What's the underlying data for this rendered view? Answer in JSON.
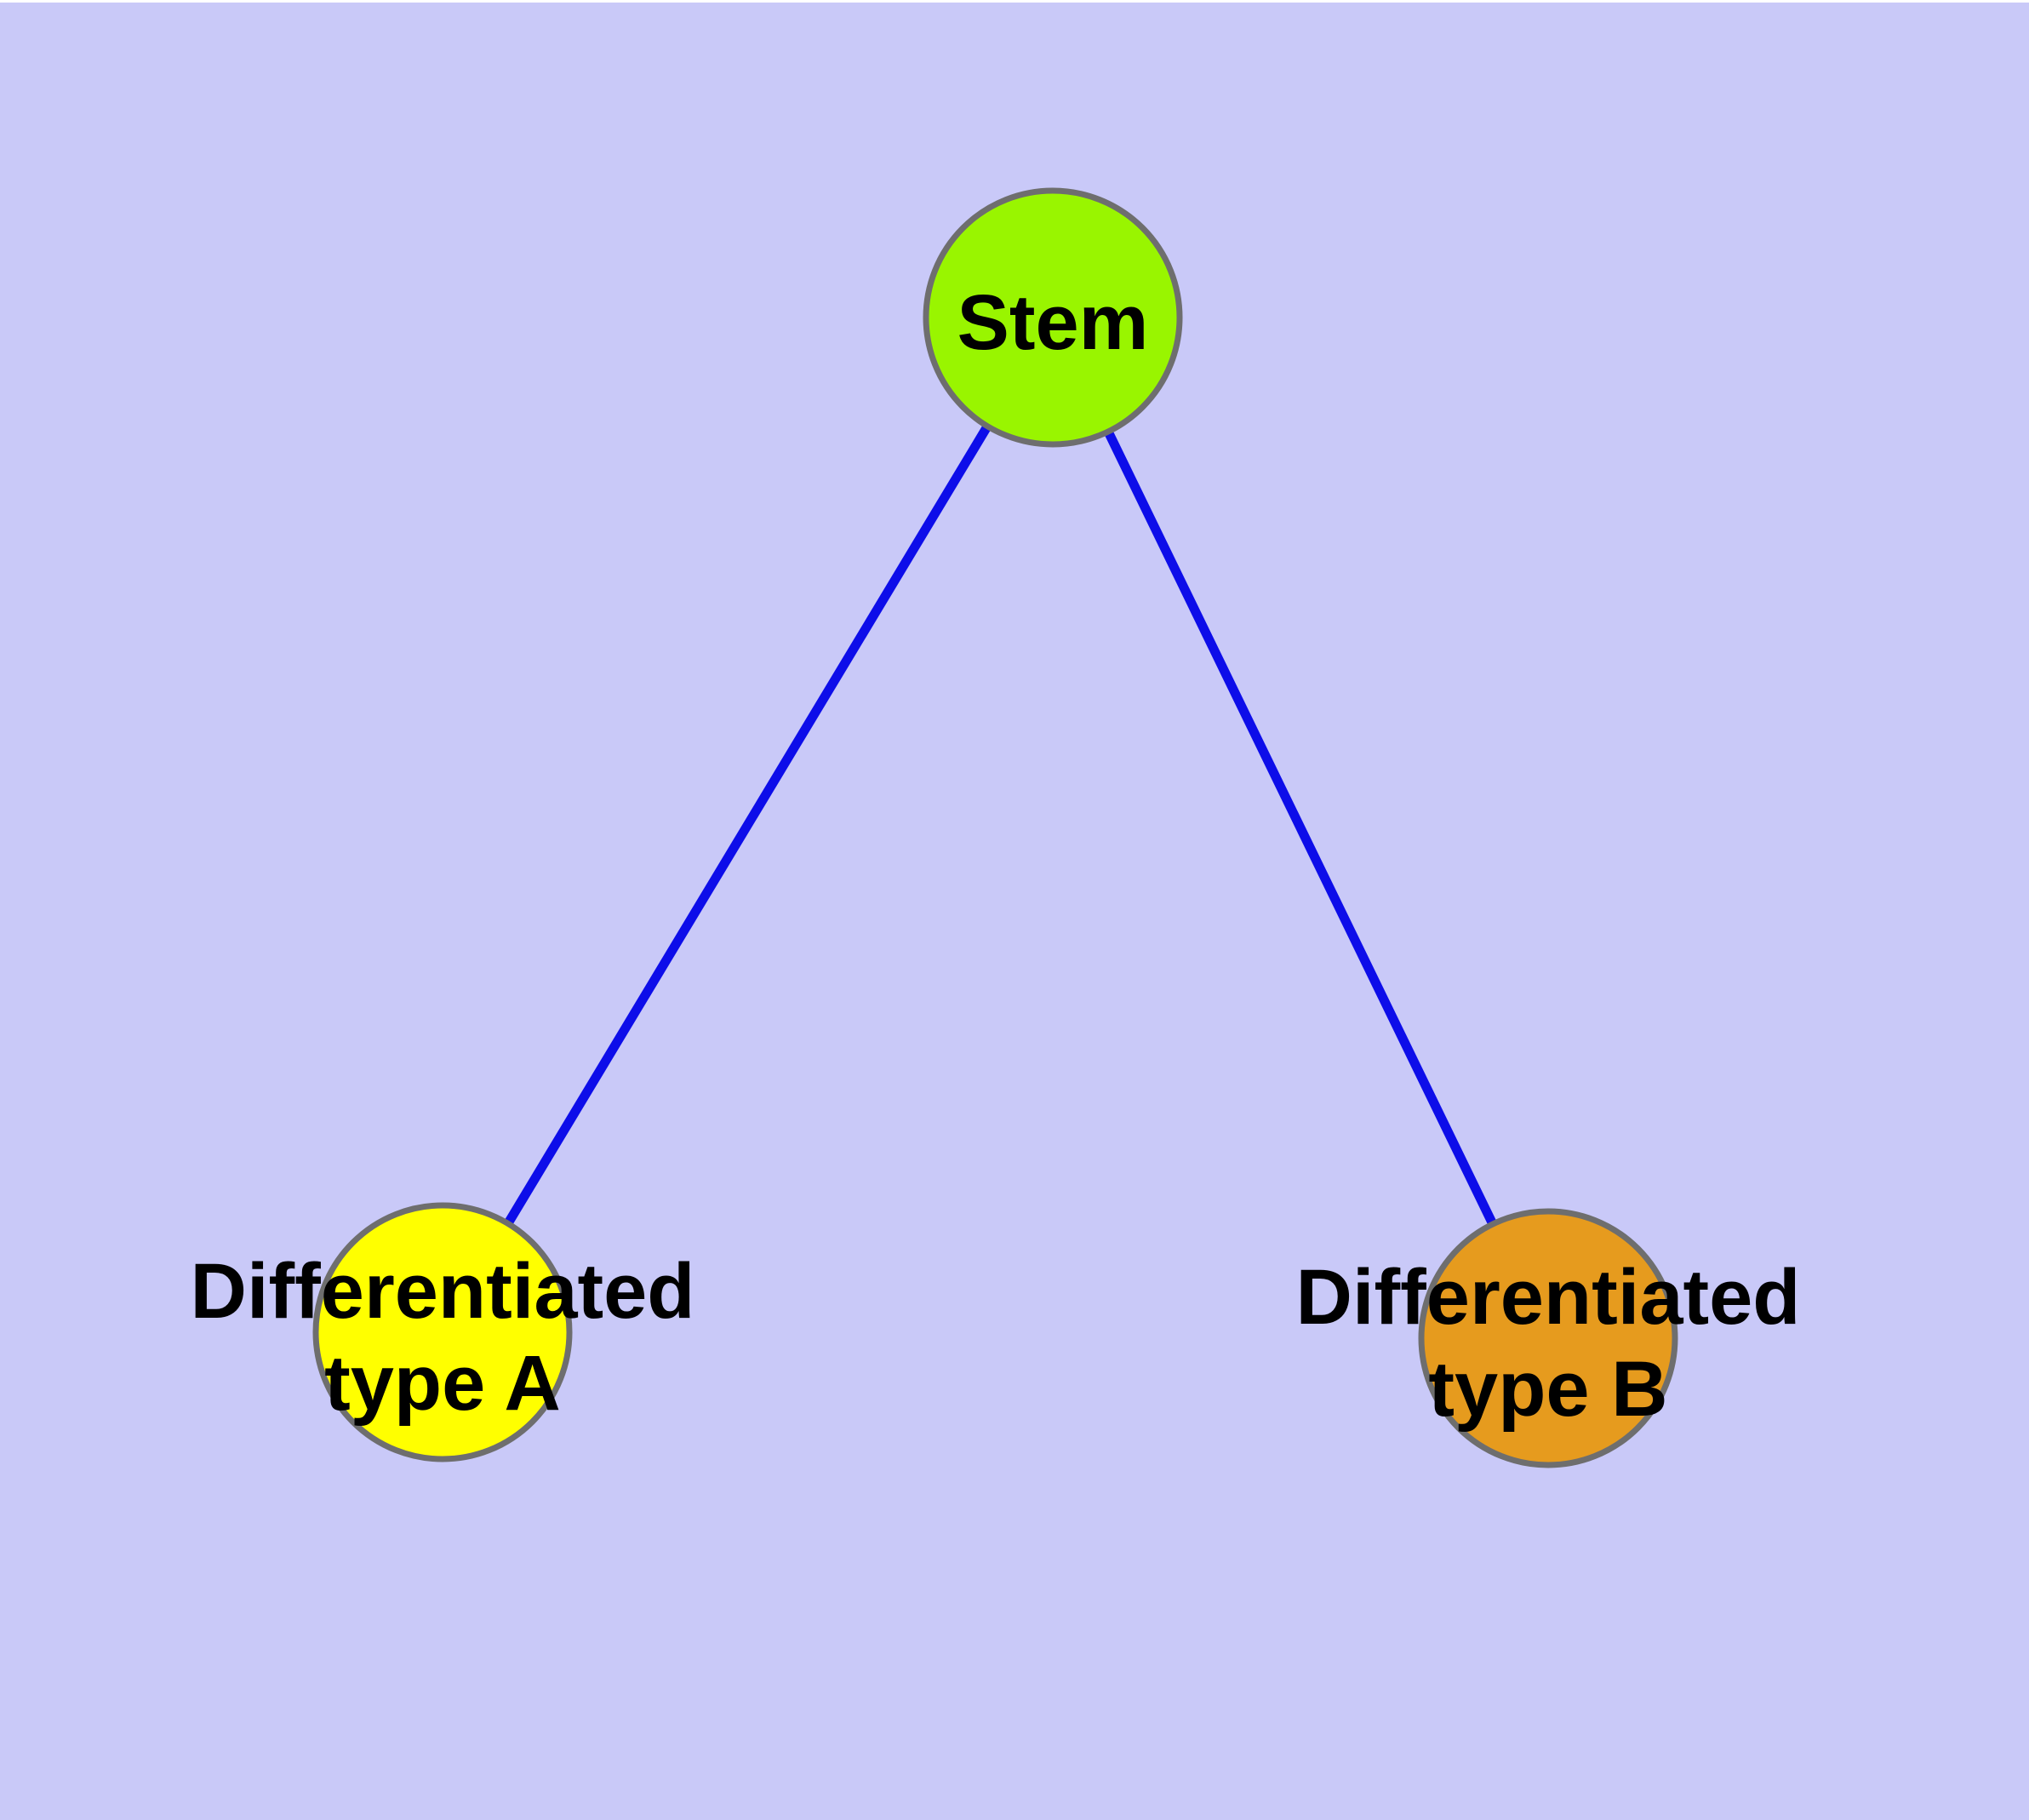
{
  "diagram": {
    "background_color": "#c9c9f8",
    "top_edge_color": "#ffffff",
    "text_color": "#000000",
    "node_border_color": "#6e6e6e",
    "edge_color": "#0d0de9",
    "nodes": [
      {
        "id": "stem",
        "label": "Stem",
        "fill": "#99f500"
      },
      {
        "id": "differentiated-type-a",
        "label_line1": "Differentiated",
        "label_line2": "type A",
        "fill": "#ffff00"
      },
      {
        "id": "differentiated-type-b",
        "label_line1": "Differentiated",
        "label_line2": "type B",
        "fill": "#e69b1e"
      }
    ],
    "edges": [
      {
        "from": "stem",
        "to": "differentiated-type-a"
      },
      {
        "from": "stem",
        "to": "differentiated-type-b"
      }
    ]
  }
}
